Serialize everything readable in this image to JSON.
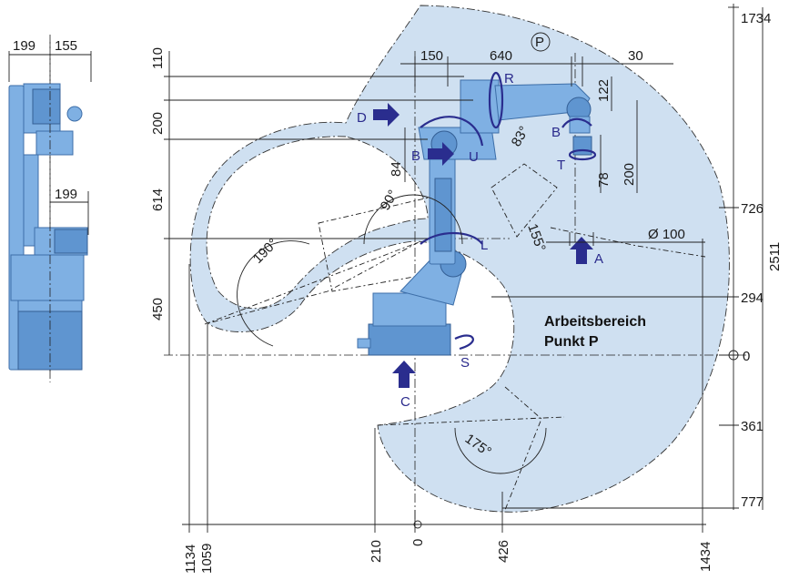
{
  "side_view": {
    "dims": [
      "199",
      "155",
      "199"
    ]
  },
  "main_view": {
    "title_line1": "Arbeitsbereich",
    "title_line2": "Punkt P",
    "point_label": "P",
    "vertical_left_dims": [
      "110",
      "200",
      "614",
      "450"
    ],
    "top_dims": [
      "150",
      "640",
      "30"
    ],
    "right_small_dims": [
      "122",
      "200",
      "78",
      "84"
    ],
    "diameter": "Ø 100",
    "right_levels": [
      "1734",
      "726",
      "294",
      "0",
      "361",
      "777"
    ],
    "total_height": "2511",
    "bottom_dims": [
      "1134",
      "1059",
      "210",
      "0",
      "426",
      "1434"
    ],
    "angles": [
      "83°",
      "90°",
      "155°",
      "190°",
      "175°"
    ],
    "axes": [
      "R",
      "B",
      "T",
      "U",
      "L",
      "S"
    ],
    "view_arrows": [
      "D",
      "B",
      "A",
      "C"
    ]
  },
  "colors": {
    "envelope": "#cfe0f1",
    "robot": "#7fb0e3",
    "arrow": "#2a2d8e"
  }
}
